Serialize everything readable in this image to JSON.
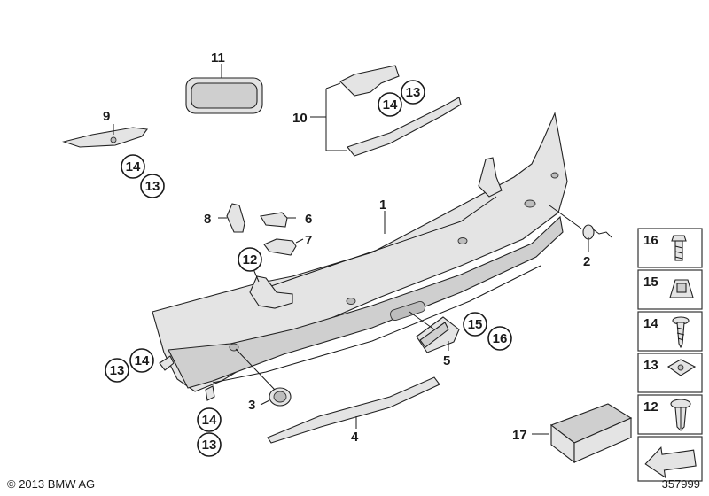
{
  "labels": {
    "p1": "1",
    "p2": "2",
    "p3": "3",
    "p4": "4",
    "p5": "5",
    "p6": "6",
    "p7": "7",
    "p8": "8",
    "p9": "9",
    "p10": "10",
    "p11": "11",
    "p17": "17",
    "c12": "12",
    "c13_a": "13",
    "c14_a": "14",
    "c13_b": "13",
    "c14_b": "14",
    "c13_c": "13",
    "c14_c": "14",
    "c13_d": "13",
    "c14_d": "14",
    "c15": "15",
    "c16": "16"
  },
  "legend": [
    {
      "num": "16",
      "icon": "bolt-icon"
    },
    {
      "num": "15",
      "icon": "clip-nut-icon"
    },
    {
      "num": "14",
      "icon": "screw-icon"
    },
    {
      "num": "13",
      "icon": "speed-nut-icon"
    },
    {
      "num": "12",
      "icon": "expanding-rivet-icon"
    }
  ],
  "footer": {
    "copyright": "© 2013 BMW AG",
    "diagram_id": "357999"
  }
}
